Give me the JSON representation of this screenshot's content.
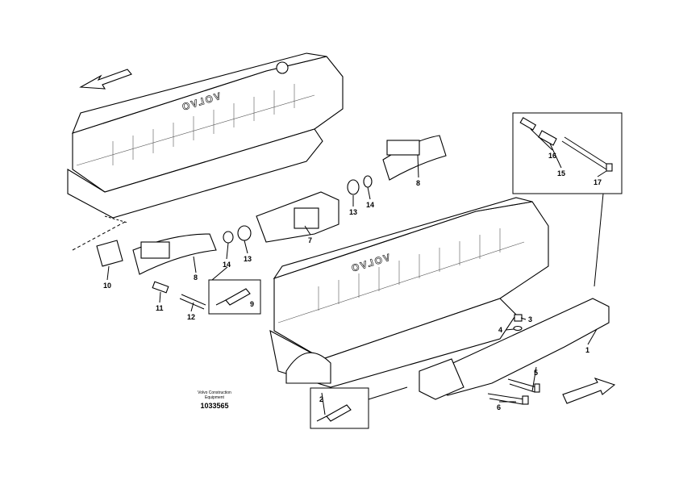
{
  "diagram": {
    "brand_text": "VOLVO",
    "credit": {
      "line1": "Volvo Construction",
      "line2": "Equipment",
      "drawing_number": "1033565"
    },
    "callouts": {
      "c1": "1",
      "c2": "2",
      "c3": "3",
      "c4": "4",
      "c5": "5",
      "c6": "6",
      "c7": "7",
      "c8a": "8",
      "c8b": "8",
      "c9": "9",
      "c10": "10",
      "c11": "11",
      "c12": "12",
      "c13a": "13",
      "c13b": "13",
      "c14a": "14",
      "c14b": "14",
      "c15": "15",
      "c16": "16",
      "c17": "17"
    }
  }
}
